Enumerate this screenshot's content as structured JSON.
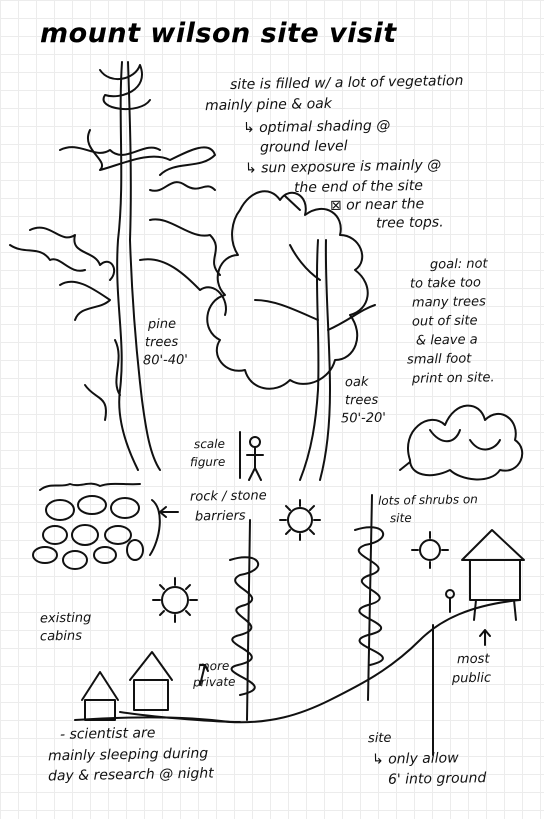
{
  "title": "mount wilson site visit",
  "notes": {
    "site_intro": "site is filled w/ a lot of vegetation",
    "mainly": "mainly pine & oak",
    "shading": "↳ optimal shading @",
    "ground": "ground level",
    "sun1": "↳ sun exposure is mainly @",
    "sun2": "the end of the site",
    "sun3": "⊠ or near the",
    "sun4": "tree tops.",
    "goal1": "goal: not",
    "goal2": "to take too",
    "goal3": "many trees",
    "goal4": "out of site",
    "goal5": "& leave a",
    "goal6": "small foot",
    "goal7": "print on site.",
    "pine1": "pine",
    "pine2": "trees",
    "pine3": "80'-40'",
    "oak1": "oak",
    "oak2": "trees",
    "oak3": "50'-20'",
    "scale1": "scale",
    "scale2": "figure",
    "rock1": "rock / stone",
    "rock2": "barriers",
    "shrubs1": "lots of shrubs on",
    "shrubs2": "site",
    "cabins1": "existing",
    "cabins2": "cabins",
    "private1": "more",
    "private2": "private",
    "public1": "most",
    "public2": "public",
    "sci1": "- scientist are",
    "sci2": "mainly sleeping during",
    "sci3": "day & research @ night",
    "site1": "site",
    "site2": "↳ only allow",
    "site3": "6' into ground"
  },
  "colors": {
    "ink": "#111111",
    "paper": "#ffffff",
    "grid": "#ececec"
  }
}
